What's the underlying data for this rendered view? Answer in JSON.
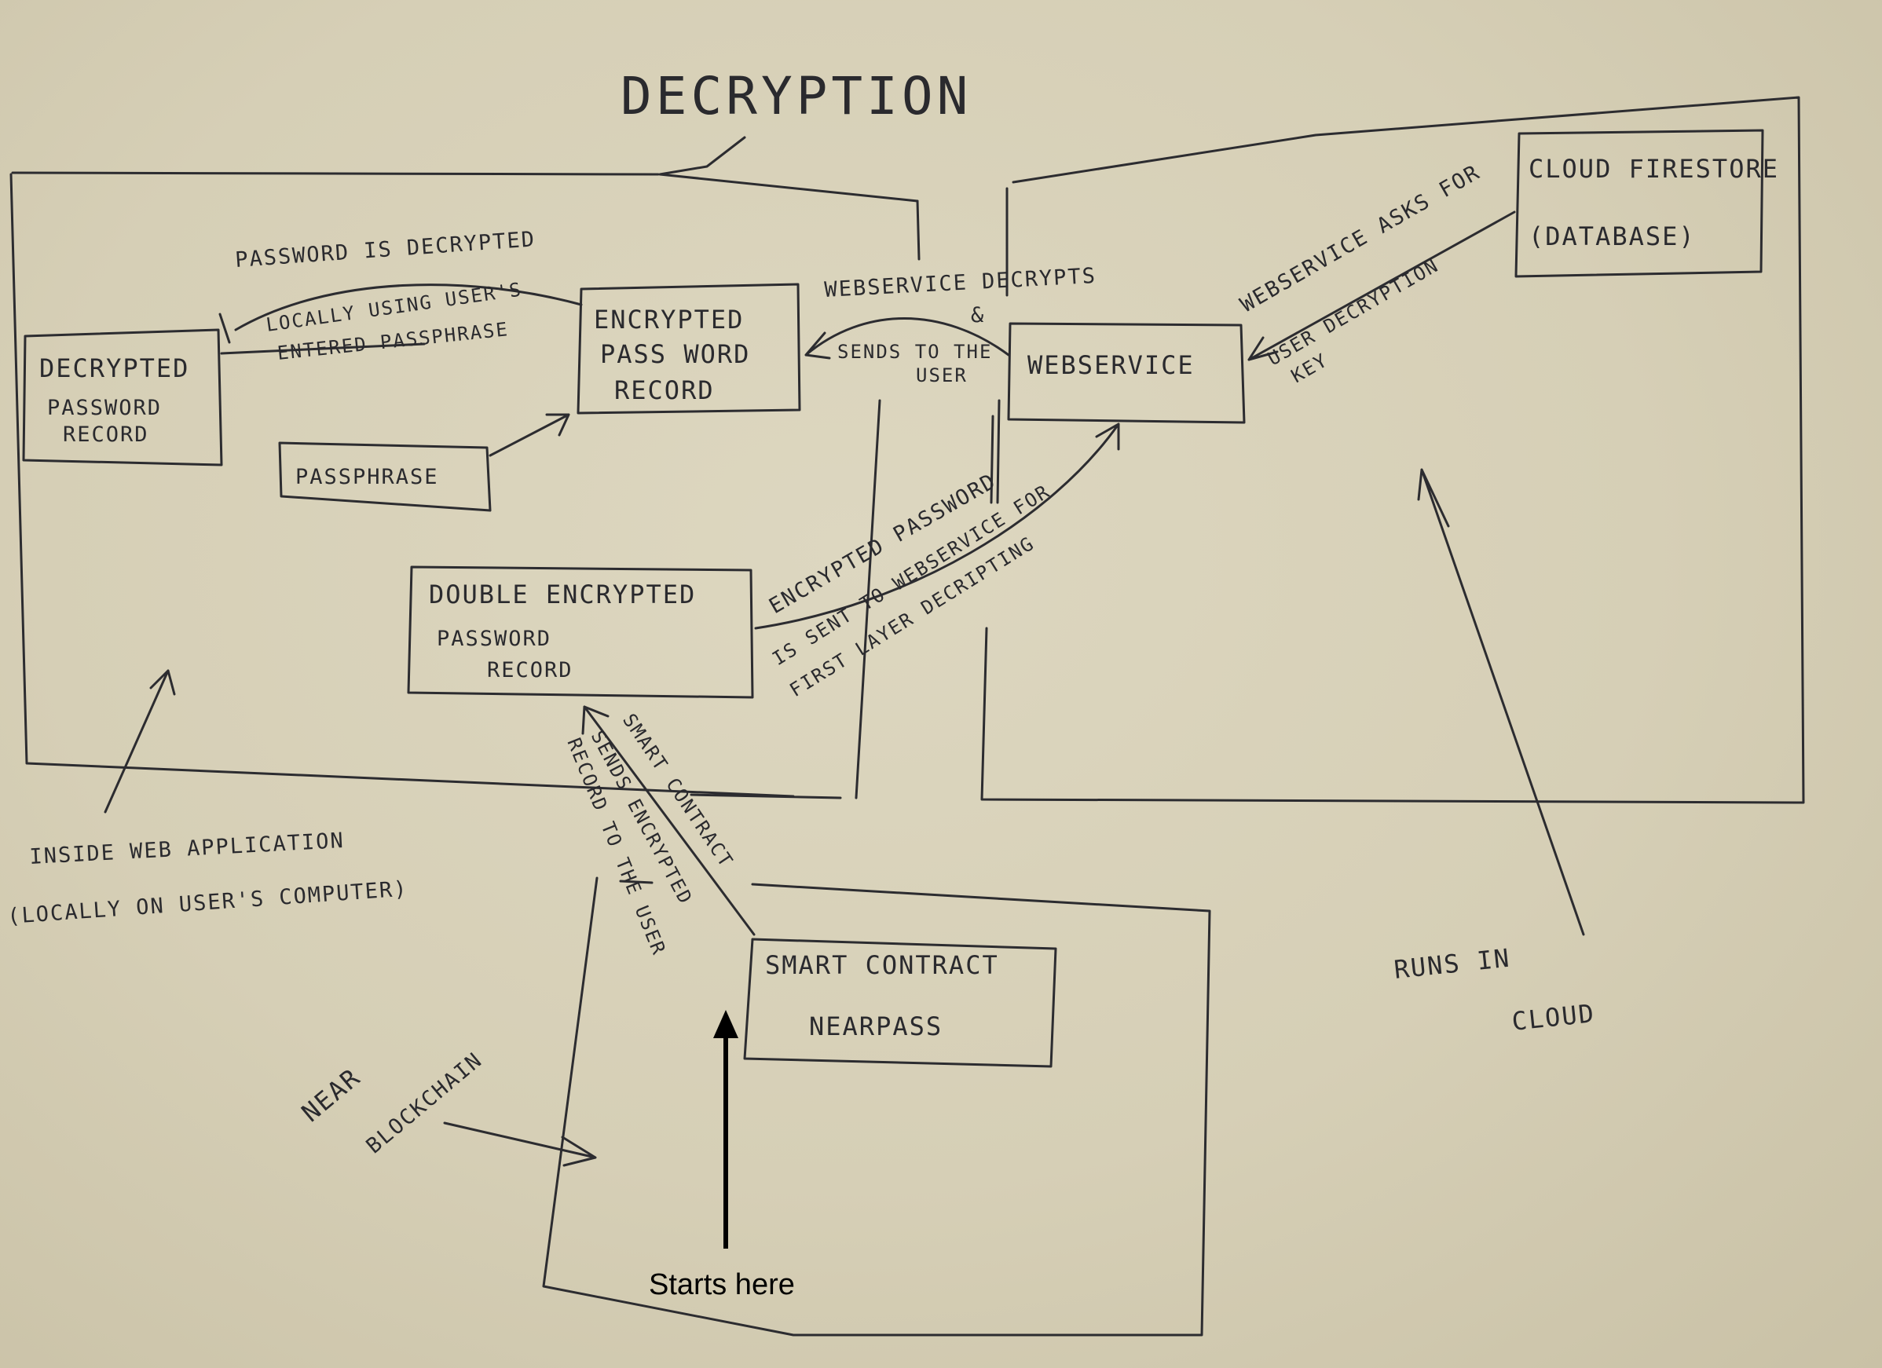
{
  "title": "DECRYPTION",
  "boxes": {
    "decrypted": [
      "DECRYPTED",
      "PASSWORD",
      "RECORD"
    ],
    "encrypted": [
      "ENCRYPTED",
      "PASS WORD",
      "RECORD"
    ],
    "passphrase": "PASSPHRASE",
    "webservice": "WEBSERVICE",
    "cloud_firestore": [
      "CLOUD FIRESTORE",
      "(DATABASE)"
    ],
    "double_encrypted": [
      "DOUBLE ENCRYPTED",
      "PASSWORD",
      "RECORD"
    ],
    "smart_contract": [
      "SMART CONTRACT",
      "NEARPASS"
    ]
  },
  "annotations": {
    "decrypted_top": "PASSWORD IS DECRYPTED",
    "decrypted_locally": [
      "LOCALLY USING USER'S",
      "ENTERED PASSPHRASE"
    ],
    "webservice_decrypts": [
      "WEBSERVICE DECRYPTS",
      "&"
    ],
    "sends_to_user": [
      "SENDS TO THE",
      "USER"
    ],
    "asks_for": "WEBSERVICE ASKS FOR",
    "user_key": [
      "USER DECRYPTION",
      "KEY"
    ],
    "encrypted_sent": [
      "ENCRYPTED PASSWORD",
      "IS SENT TO WEBSERVICE FOR",
      "FIRST LAYER DECRIPTING"
    ],
    "smart_contract_sends": [
      "SMART CONTRACT",
      "SENDS ENCRYPTED",
      "RECORD TO THE USER"
    ],
    "inside_web_app": [
      "INSIDE WEB APPLICATION",
      "(LOCALLY ON USER'S COMPUTER)"
    ],
    "near_blockchain": [
      "NEAR",
      "BLOCKCHAIN"
    ],
    "runs_in_cloud": [
      "RUNS IN",
      "CLOUD"
    ],
    "starts_here": "Starts here"
  }
}
